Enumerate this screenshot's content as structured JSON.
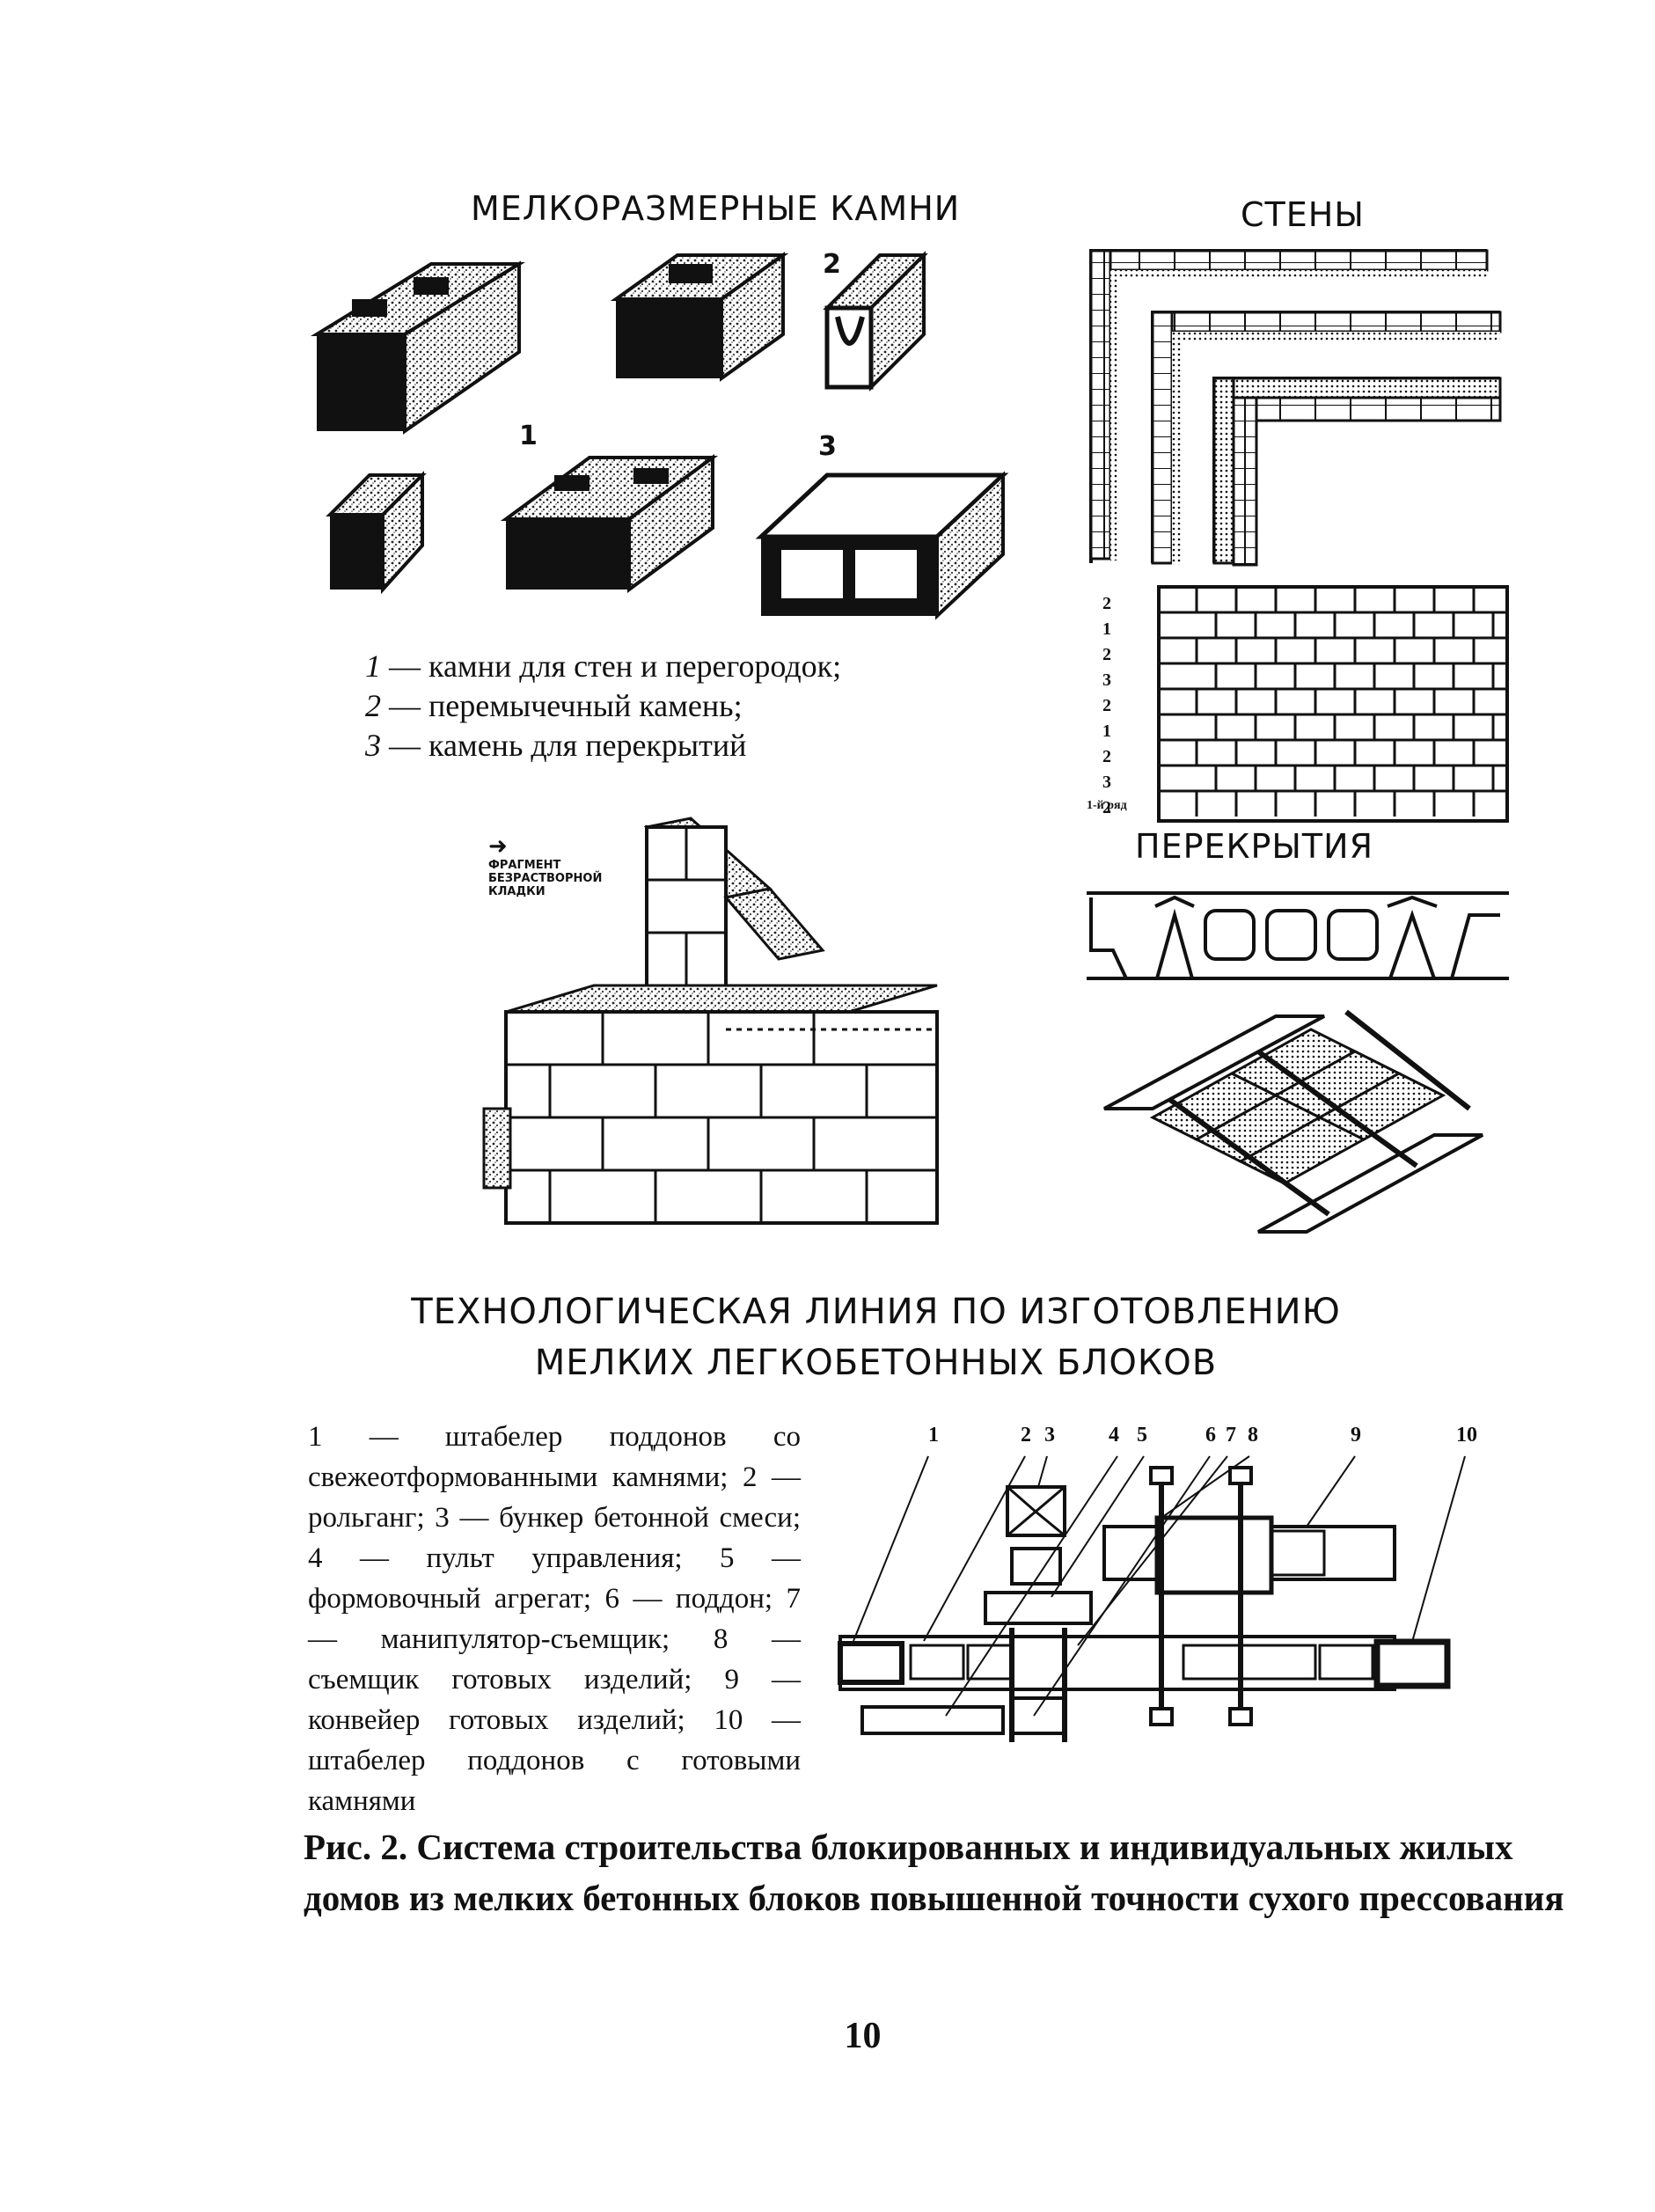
{
  "headings": {
    "stones": "МЕЛКОРАЗМЕРНЫЕ КАМНИ",
    "walls": "СТЕНЫ",
    "floors": "ПЕРЕКРЫТИЯ",
    "tech_line_1": "ТЕХНОЛОГИЧЕСКАЯ ЛИНИЯ ПО ИЗГОТОВЛЕНИЮ",
    "tech_line_2": "МЕЛКИХ ЛЕГКОБЕТОННЫХ БЛОКОВ"
  },
  "stone_numbers": {
    "n1": "1",
    "n2": "2",
    "n3": "3"
  },
  "stone_legend": [
    {
      "num": "1",
      "text": " — камни для стен и перегородок;"
    },
    {
      "num": "2",
      "text": " — перемычечный камень;"
    },
    {
      "num": "3",
      "text": " — камень для перекрытий"
    }
  ],
  "masonry_note": {
    "arrow": "➜",
    "line1": "ФРАГМЕНТ",
    "line2": "БЕЗРАСТВОРНОЙ",
    "line3": "КЛАДКИ"
  },
  "row_labels": [
    "2",
    "1",
    "2",
    "3",
    "2",
    "1",
    "2",
    "3",
    "2"
  ],
  "row_label_caption": "1-й ряд",
  "tech_legend": "1 — штабелер поддонов со свежеотформованными камнями; 2 — рольганг; 3 — бункер бетонной смеси; 4 — пульт управления; 5 — формовочный агрегат; 6 — поддон; 7 — манипулятор-съемщик; 8 — съемщик готовых изделий; 9 — конвейер готовых изделий; 10 — штабелер поддонов с готовыми камнями",
  "line_numbers": [
    "1",
    "2",
    "3",
    "4",
    "5",
    "6",
    "7",
    "8",
    "9",
    "10"
  ],
  "caption_line1": "Рис. 2. Система строительства блокированных и индивидуальных жилых",
  "caption_line2": "домов из мелких бетонных блоков повышенной точности сухого прессования",
  "page_number": "10"
}
